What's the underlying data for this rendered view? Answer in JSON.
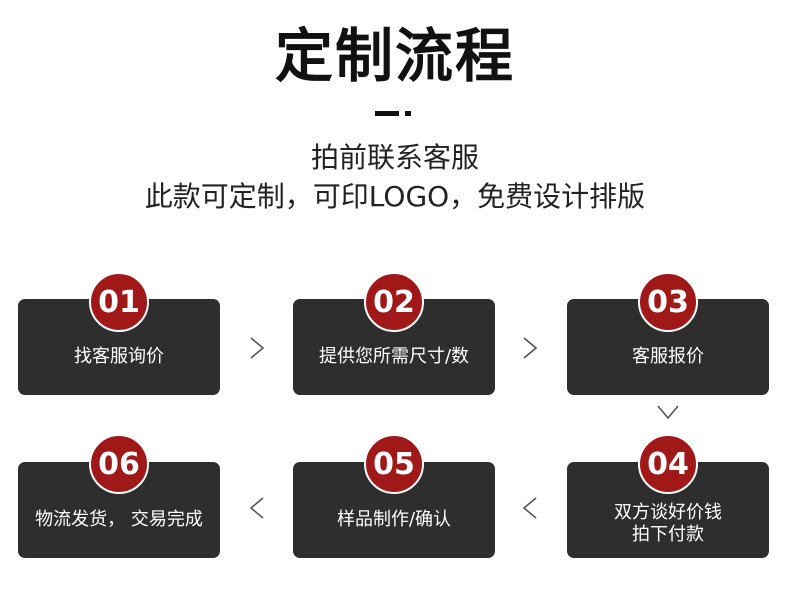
{
  "header": {
    "title": "定制流程",
    "subtitle_line1": "拍前联系客服",
    "subtitle_line2": "此款可定制，可印LOGO，免费设计排版"
  },
  "steps": [
    {
      "number": "01",
      "label": "找客服询价"
    },
    {
      "number": "02",
      "label": "提供您所需尺寸/数"
    },
    {
      "number": "03",
      "label": "客服报价"
    },
    {
      "number": "04",
      "label": "双方谈好价钱\n拍下付款"
    },
    {
      "number": "05",
      "label": "样品制作/确认"
    },
    {
      "number": "06",
      "label": "物流发货， 交易完成"
    }
  ],
  "colors": {
    "badge": "#a01818",
    "card": "#2e2e2e",
    "arrow": "#555555"
  },
  "icons": {
    "arrow_right": "chevron-right-icon",
    "arrow_left": "chevron-left-icon",
    "arrow_down": "chevron-down-icon"
  }
}
